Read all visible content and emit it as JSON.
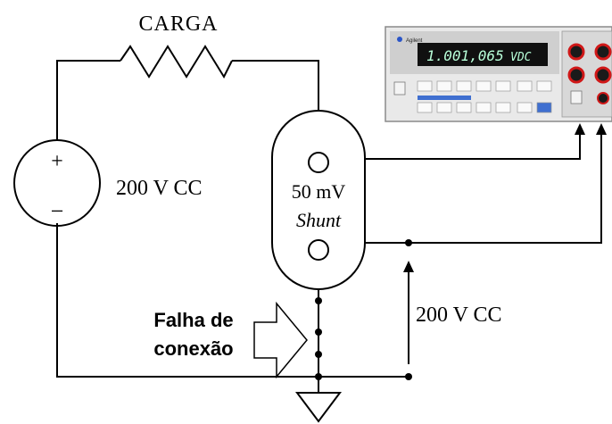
{
  "load": {
    "label": "CARGA"
  },
  "source": {
    "voltage_label": "200 V CC",
    "plus_sign": "+",
    "minus_sign": "−"
  },
  "shunt": {
    "rating": "50 mV",
    "name": "Shunt"
  },
  "fault": {
    "line1": "Falha de",
    "line2": "conexão"
  },
  "measurement": {
    "voltage_label": "200 V CC"
  },
  "meter": {
    "brand": "Agilent",
    "display_value": "1.001,065",
    "display_unit": "VDC",
    "display_color": "#b8ffd9",
    "body_color": "#e9e9e9",
    "display_bg": "#101010",
    "terminal_color": "#d01818"
  }
}
